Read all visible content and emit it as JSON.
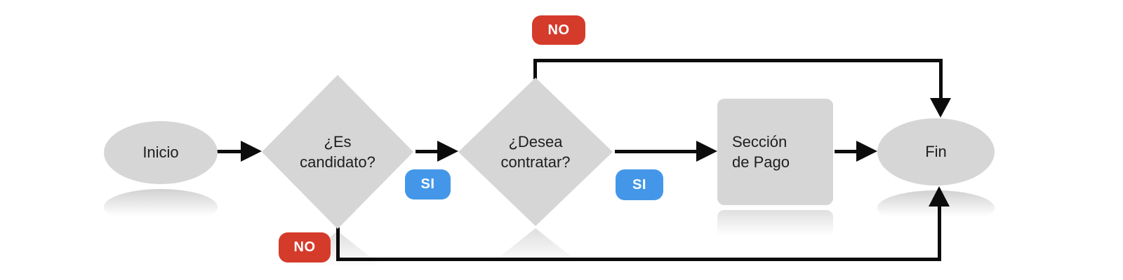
{
  "diagram": {
    "type": "flowchart",
    "language": "es",
    "nodes": {
      "start": {
        "label": "Inicio",
        "shape": "terminator"
      },
      "decision_candidate": {
        "line1": "¿Es",
        "line2": "candidato?",
        "shape": "decision"
      },
      "decision_contract": {
        "line1": "¿Desea",
        "line2": "contratar?",
        "shape": "decision"
      },
      "payment_section": {
        "line1": "Sección",
        "line2": "de Pago",
        "shape": "process"
      },
      "end": {
        "label": "Fin",
        "shape": "terminator"
      }
    },
    "edge_labels": {
      "yes_after_candidate": "SI",
      "yes_after_contract": "SI",
      "no_above_contract": "NO",
      "no_below_candidate": "NO"
    },
    "edges": [
      {
        "from": "start",
        "to": "decision_candidate",
        "label": ""
      },
      {
        "from": "decision_candidate",
        "to": "decision_contract",
        "label": "SI"
      },
      {
        "from": "decision_candidate",
        "to": "end",
        "label": "NO",
        "route": "bottom"
      },
      {
        "from": "decision_contract",
        "to": "payment_section",
        "label": "SI"
      },
      {
        "from": "decision_contract",
        "to": "end",
        "label": "NO",
        "route": "top"
      },
      {
        "from": "payment_section",
        "to": "end",
        "label": ""
      }
    ],
    "colors": {
      "node_fill": "#d6d6d6",
      "yes_badge": "#4497e8",
      "no_badge": "#d53b2b",
      "connector": "#0c0c0c",
      "node_text": "#1e1e1e",
      "badge_text": "#ffffff",
      "background": "#ffffff"
    }
  }
}
